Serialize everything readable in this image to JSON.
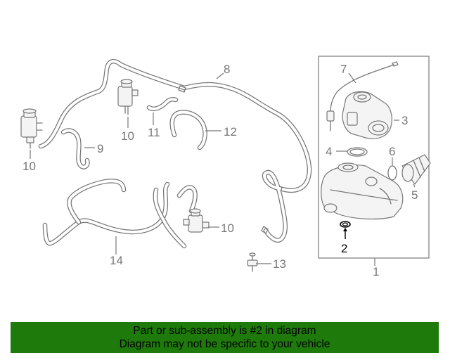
{
  "diagram": {
    "callouts": {
      "c1": "1",
      "c2": "2",
      "c3": "3",
      "c4": "4",
      "c5": "5",
      "c6": "6",
      "c7": "7",
      "c8": "8",
      "c9": "9",
      "c10a": "10",
      "c10b": "10",
      "c10c": "10",
      "c11": "11",
      "c12": "12",
      "c13": "13",
      "c14": "14"
    },
    "highlighted_part": "2",
    "colors": {
      "line": "#777777",
      "highlight": "#000000",
      "banner": "#1f7a0c"
    }
  },
  "banner": {
    "line1": "Part or sub-assembly is #2 in diagram",
    "line2": "Diagram may not be specific to your vehicle"
  }
}
